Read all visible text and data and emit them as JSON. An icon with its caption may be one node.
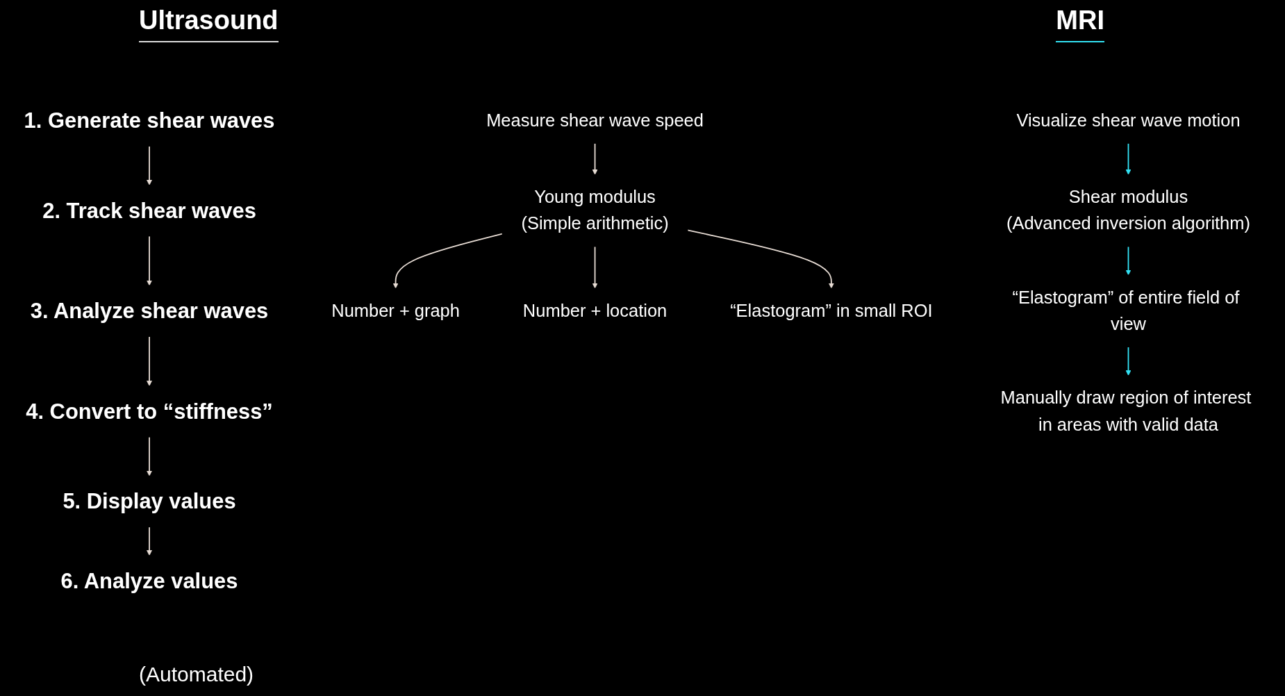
{
  "diagram": {
    "nodes": [
      {
        "text": [
          "1. Generate shear waves"
        ]
      },
      {
        "text": [
          "2. Track shear waves"
        ]
      },
      {
        "text": [
          "3. Analyze shear waves"
        ]
      },
      {
        "text": [
          "4. Convert to “stiffness”"
        ]
      },
      {
        "text": [
          "5. Display values"
        ]
      },
      {
        "text": [
          "6. Analyze values"
        ]
      },
      {
        "text": [
          "Measure shear wave speed"
        ]
      },
      {
        "text": [
          "Young modulus",
          "(Simple arithmetic)"
        ]
      },
      {
        "text": [
          "Number + graph"
        ]
      },
      {
        "text": [
          "Number + location"
        ]
      },
      {
        "text": [
          "“Elastogram” in small ROI"
        ]
      },
      {
        "text": [
          "Visualize shear wave motion"
        ]
      },
      {
        "text": [
          "Shear modulus",
          "(Advanced inversion algorithm)"
        ]
      },
      {
        "text": [
          "“Elastogram” of entire field of view"
        ]
      },
      {
        "text": [
          "Manually draw region of interest in areas with valid data"
        ]
      }
    ],
    "edges": [
      {
        "from": 0,
        "to": 1,
        "arrow": "to"
      },
      {
        "from": 1,
        "to": 2,
        "arrow": "to"
      },
      {
        "from": 2,
        "to": 3,
        "arrow": "to"
      },
      {
        "from": 3,
        "to": 4,
        "arrow": "to"
      },
      {
        "from": 4,
        "to": 5,
        "arrow": "to"
      },
      {
        "from": 6,
        "to": 7,
        "arrow": "to"
      },
      {
        "from": 7,
        "to": 8,
        "arrow": "to"
      },
      {
        "from": 7,
        "to": 9,
        "arrow": "to"
      },
      {
        "from": 7,
        "to": 10,
        "arrow": "to"
      },
      {
        "from": 11,
        "to": 12,
        "arrow": "to",
        "color": "#33e3f5"
      },
      {
        "from": 12,
        "to": 13,
        "arrow": "to",
        "color": "#33e3f5"
      },
      {
        "from": 13,
        "to": 14,
        "arrow": "to",
        "color": "#33e3f5"
      }
    ],
    "labels": [
      "Ultrasound",
      "MRI",
      "(Automated)"
    ]
  }
}
